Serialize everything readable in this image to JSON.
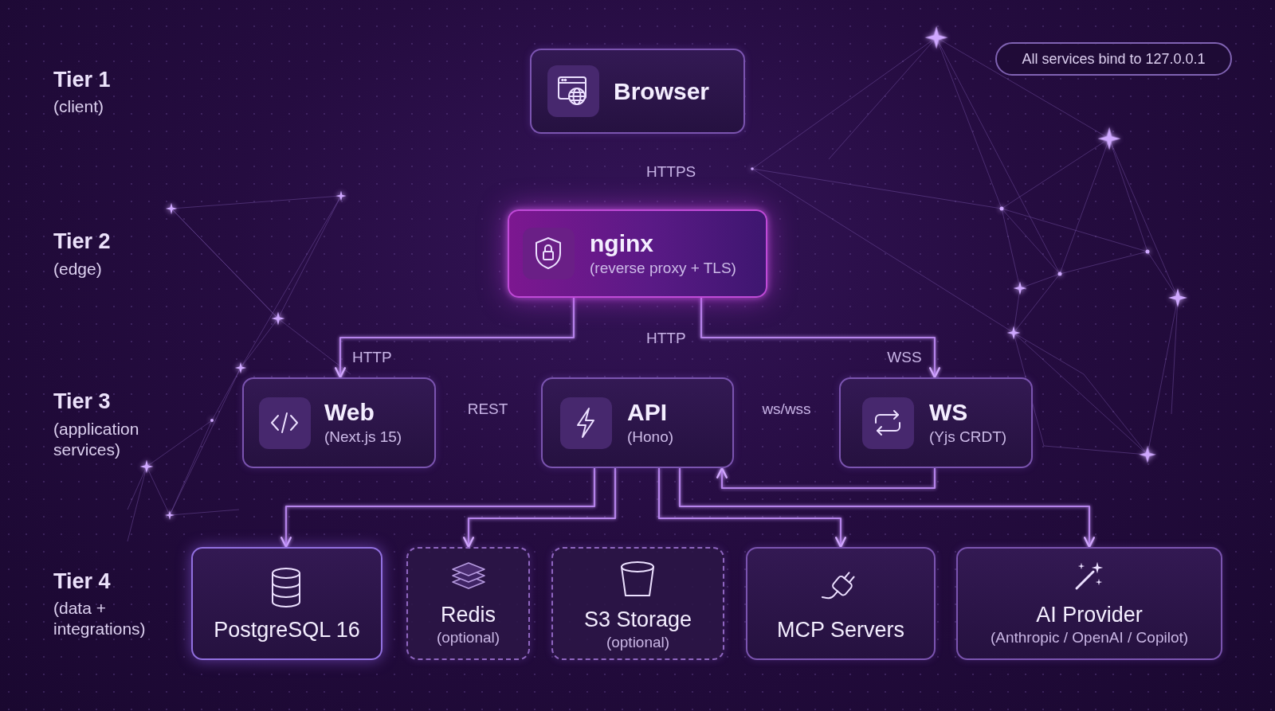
{
  "diagram": {
    "nodes": [
      {
        "text": [
          "Browser"
        ]
      },
      {
        "text": [
          "All services bind to 127.0.0.1"
        ]
      },
      {
        "text": [
          "nginx",
          "(reverse proxy + TLS)"
        ]
      },
      {
        "text": [
          "Web",
          "(Next.js 15)"
        ]
      },
      {
        "text": [
          "API",
          "(Hono)"
        ]
      },
      {
        "text": [
          "WS",
          "(Yjs CRDT)"
        ]
      },
      {
        "text": [
          "PostgreSQL 16"
        ]
      },
      {
        "text": [
          "Redis",
          "(optional)"
        ]
      },
      {
        "text": [
          "S3 Storage",
          "(optional)"
        ]
      },
      {
        "text": [
          "MCP Servers"
        ]
      },
      {
        "text": [
          "AI Provider",
          "(Anthropic / OpenAI / Copilot)"
        ]
      }
    ],
    "edges": [
      {
        "from": 0,
        "to": 2,
        "label": "HTTPS",
        "arrow": "to"
      },
      {
        "from": 2,
        "to": 3,
        "label": "HTTP",
        "arrow": "to"
      },
      {
        "from": 2,
        "to": 4,
        "label": "HTTP",
        "arrow": "to"
      },
      {
        "from": 2,
        "to": 5,
        "label": "WSS",
        "arrow": "to"
      },
      {
        "from": 3,
        "to": 4,
        "label": "REST",
        "arrow": "both"
      },
      {
        "from": 4,
        "to": 5,
        "label": "ws/wss",
        "arrow": "both"
      },
      {
        "from": 5,
        "to": 4,
        "arrow": "to"
      },
      {
        "from": 3,
        "to": 6,
        "arrow": "to"
      },
      {
        "from": 4,
        "to": 6,
        "arrow": "to"
      },
      {
        "from": 4,
        "to": 7,
        "arrow": "to"
      },
      {
        "from": 4,
        "to": 8,
        "arrow": "to"
      },
      {
        "from": 4,
        "to": 9,
        "arrow": "to"
      },
      {
        "from": 4,
        "to": 10,
        "arrow": "to"
      }
    ],
    "labels": [
      "Tier 1",
      "(client)",
      "Tier 2",
      "(edge)",
      "Tier 3",
      "(application services)",
      "Tier 4",
      "(data + integrations)"
    ]
  }
}
